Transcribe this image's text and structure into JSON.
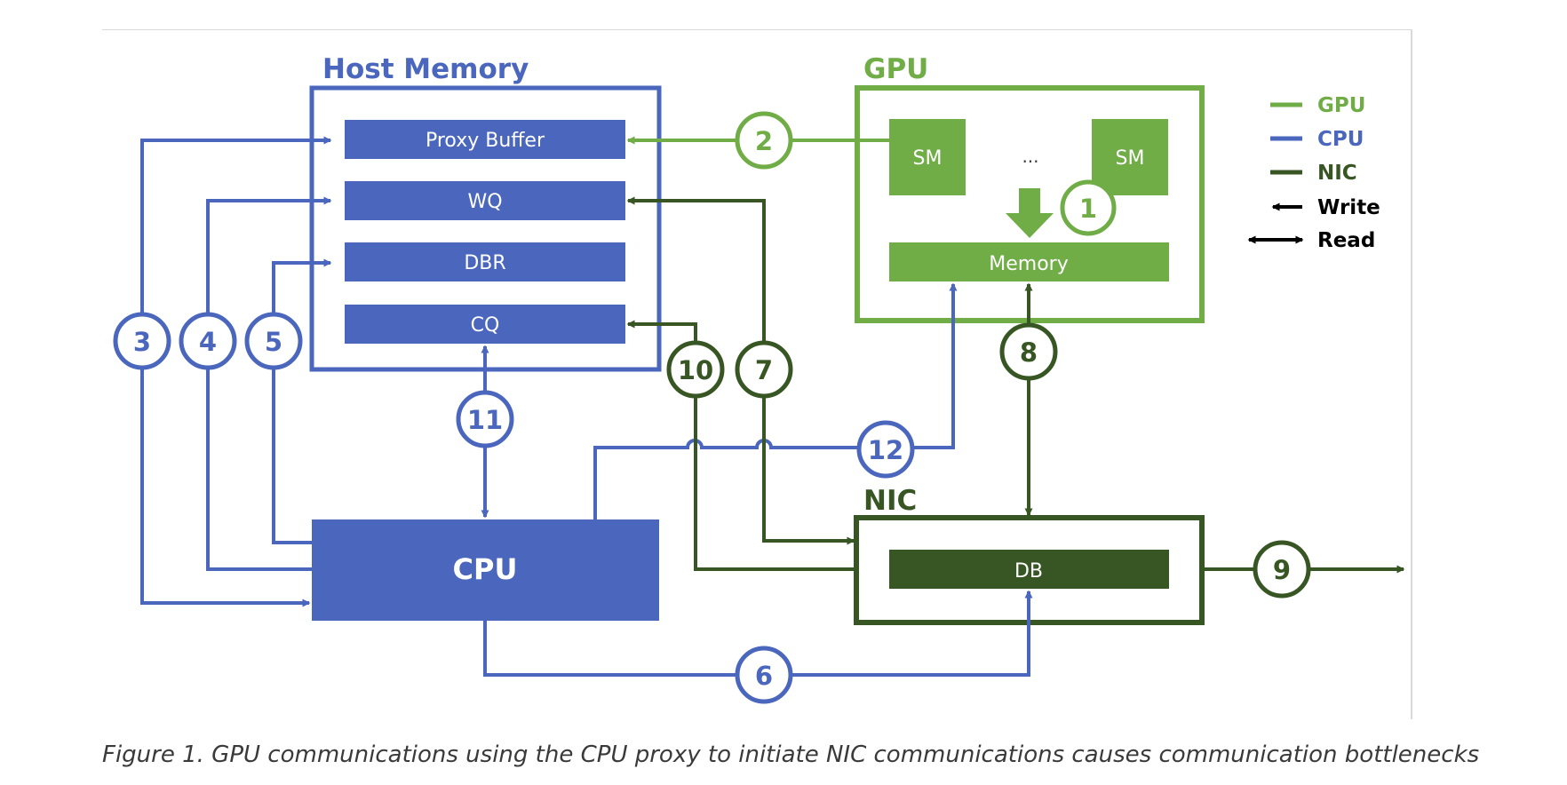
{
  "colors": {
    "host_blue": "#4a66bd",
    "gpu_green": "#70ad47",
    "nic_dark_green": "#375623",
    "white": "#ffffff",
    "black": "#000000"
  },
  "host_memory": {
    "title": "Host Memory",
    "proxy_buffer": "Proxy Buffer",
    "wq": "WQ",
    "dbr": "DBR",
    "cq": "CQ"
  },
  "gpu": {
    "title": "GPU",
    "sm_left": "SM",
    "sm_right": "SM",
    "ellipsis": "...",
    "memory": "Memory"
  },
  "cpu": {
    "label": "CPU"
  },
  "nic": {
    "title": "NIC",
    "db": "DB"
  },
  "steps": {
    "s1": "1",
    "s2": "2",
    "s3": "3",
    "s4": "4",
    "s5": "5",
    "s6": "6",
    "s7": "7",
    "s8": "8",
    "s9": "9",
    "s10": "10",
    "s11": "11",
    "s12": "12"
  },
  "legend": {
    "gpu": "GPU",
    "cpu": "CPU",
    "nic": "NIC",
    "write": "Write",
    "read": "Read"
  },
  "caption": "Figure 1. GPU communications using the CPU proxy to initiate NIC communications causes communication bottlenecks"
}
